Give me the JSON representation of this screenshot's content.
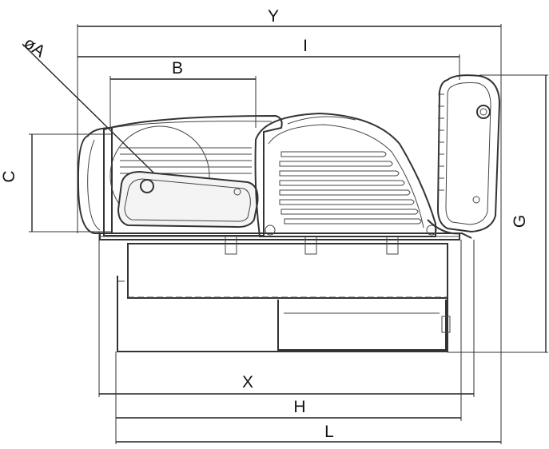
{
  "dimension_labels": {
    "Y": "Y",
    "I": "I",
    "A": "øA",
    "B": "B",
    "C": "C",
    "G": "G",
    "X": "X",
    "H": "H",
    "L": "L"
  },
  "colors": {
    "stroke": "#222222",
    "background": "#ffffff"
  }
}
